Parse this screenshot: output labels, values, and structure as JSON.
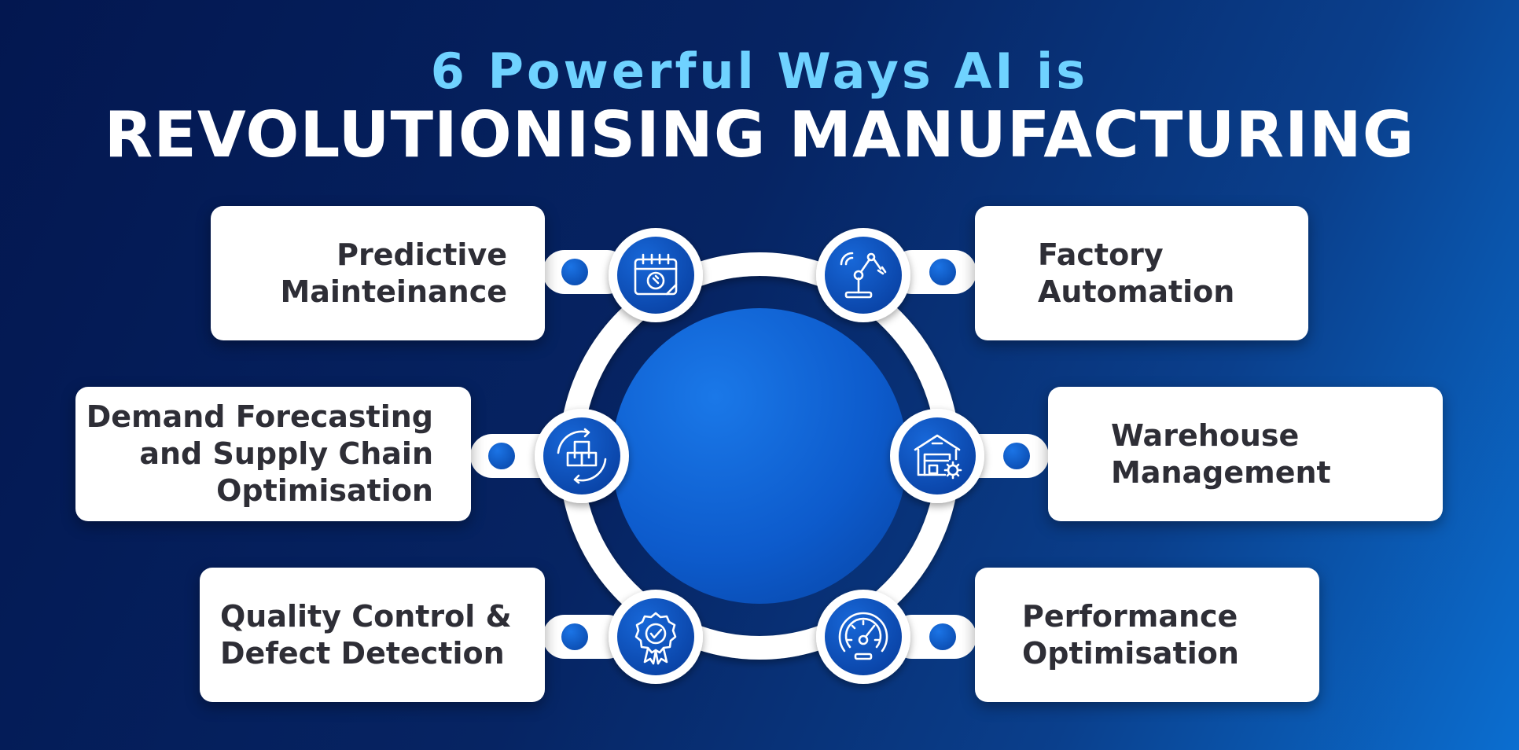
{
  "title": {
    "line1": "6 Powerful Ways AI is",
    "line2": "REVOLUTIONISING MANUFACTURING"
  },
  "colors": {
    "title_accent": "#6fd2ff",
    "card_text": "#2e2e36",
    "icon_circle": "#0b4fb8",
    "center_circle": "#0d5bcc"
  },
  "items": [
    {
      "side": "left",
      "lines": [
        "Predictive",
        "Mainteinance"
      ],
      "icon": "calendar-wrench-icon"
    },
    {
      "side": "right",
      "lines": [
        "Factory",
        "Automation"
      ],
      "icon": "robotic-arm-icon"
    },
    {
      "side": "left",
      "lines": [
        "Demand Forecasting",
        "and Supply Chain",
        "Optimisation"
      ],
      "icon": "boxes-cycle-icon"
    },
    {
      "side": "right",
      "lines": [
        "Warehouse",
        "Management"
      ],
      "icon": "warehouse-gear-icon"
    },
    {
      "side": "left",
      "lines": [
        "Quality Control &",
        "Defect Detection"
      ],
      "icon": "award-badge-icon"
    },
    {
      "side": "right",
      "lines": [
        "Performance",
        "Optimisation"
      ],
      "icon": "speedometer-icon"
    }
  ]
}
